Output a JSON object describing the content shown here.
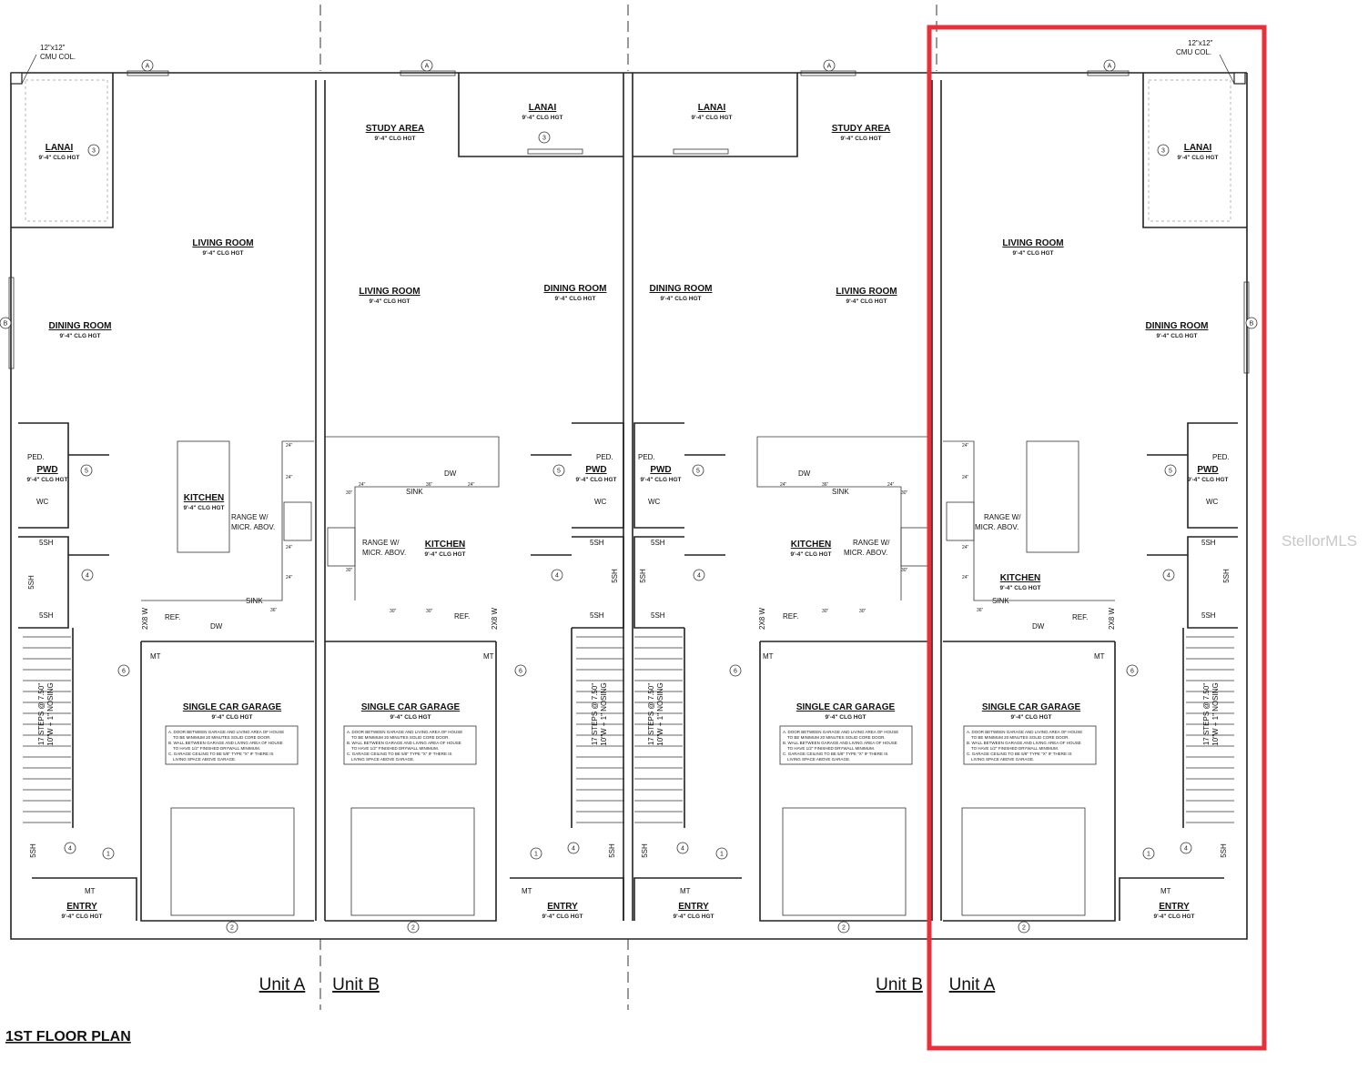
{
  "plan": {
    "title": "1ST FLOOR PLAN",
    "watermark": "StellorMLS",
    "col_note_left": "12\"x12\"",
    "col_note_left_2": "CMU COL.",
    "col_note_right": "12\"x12\"",
    "col_note_right_2": "CMU COL.",
    "highlight_color": "#e8303c"
  },
  "labels": {
    "lanai": "LANAI",
    "clg": "9'-4\" CLG HGT",
    "living": "LIVING ROOM",
    "dining": "DINING ROOM",
    "study": "STUDY AREA",
    "kitchen": "KITCHEN",
    "pwd": "PWD",
    "ped": "PED.",
    "wc": "WC",
    "garage": "SINGLE CAR GARAGE",
    "entry": "ENTRY",
    "range": "RANGE W/",
    "micr": "MICR. ABOV.",
    "sink": "SINK",
    "dw": "DW",
    "ref": "REF.",
    "mt": "MT",
    "sh": "5SH",
    "wall2x8": "2X8 W",
    "stairs1": "17 STEPS @ 7.50\"",
    "stairs2": "10\"W + 1\" NOSING",
    "d24": "24\"",
    "d30": "30\"",
    "d36": "36\"",
    "garage_note_a": "A. DOOR BETWEEN GARAGE AND LIVING AREA OF HOUSE",
    "garage_note_a2": "TO BE MINIMUM 20 MINUTES SOLID CORE DOOR.",
    "garage_note_b": "B. WALL BETWEEN GARAGE AND LIVING AREA OF HOUSE",
    "garage_note_b2": "TO HAVE 1/2\" FINISHED DRYWALL MINIMUM.",
    "garage_note_c": "C. GARAGE CEILING TO BE 5/8\" TYPE \"X\" IF THERE IS",
    "garage_note_c2": "LIVING SPACE ABOVE GARAGE."
  },
  "markers": {
    "a": "A",
    "b": "B",
    "m1": "1",
    "m2": "2",
    "m3": "3",
    "m4": "4",
    "m5": "5",
    "m6": "6"
  },
  "units": [
    "Unit A",
    "Unit B",
    "Unit B",
    "Unit A"
  ]
}
